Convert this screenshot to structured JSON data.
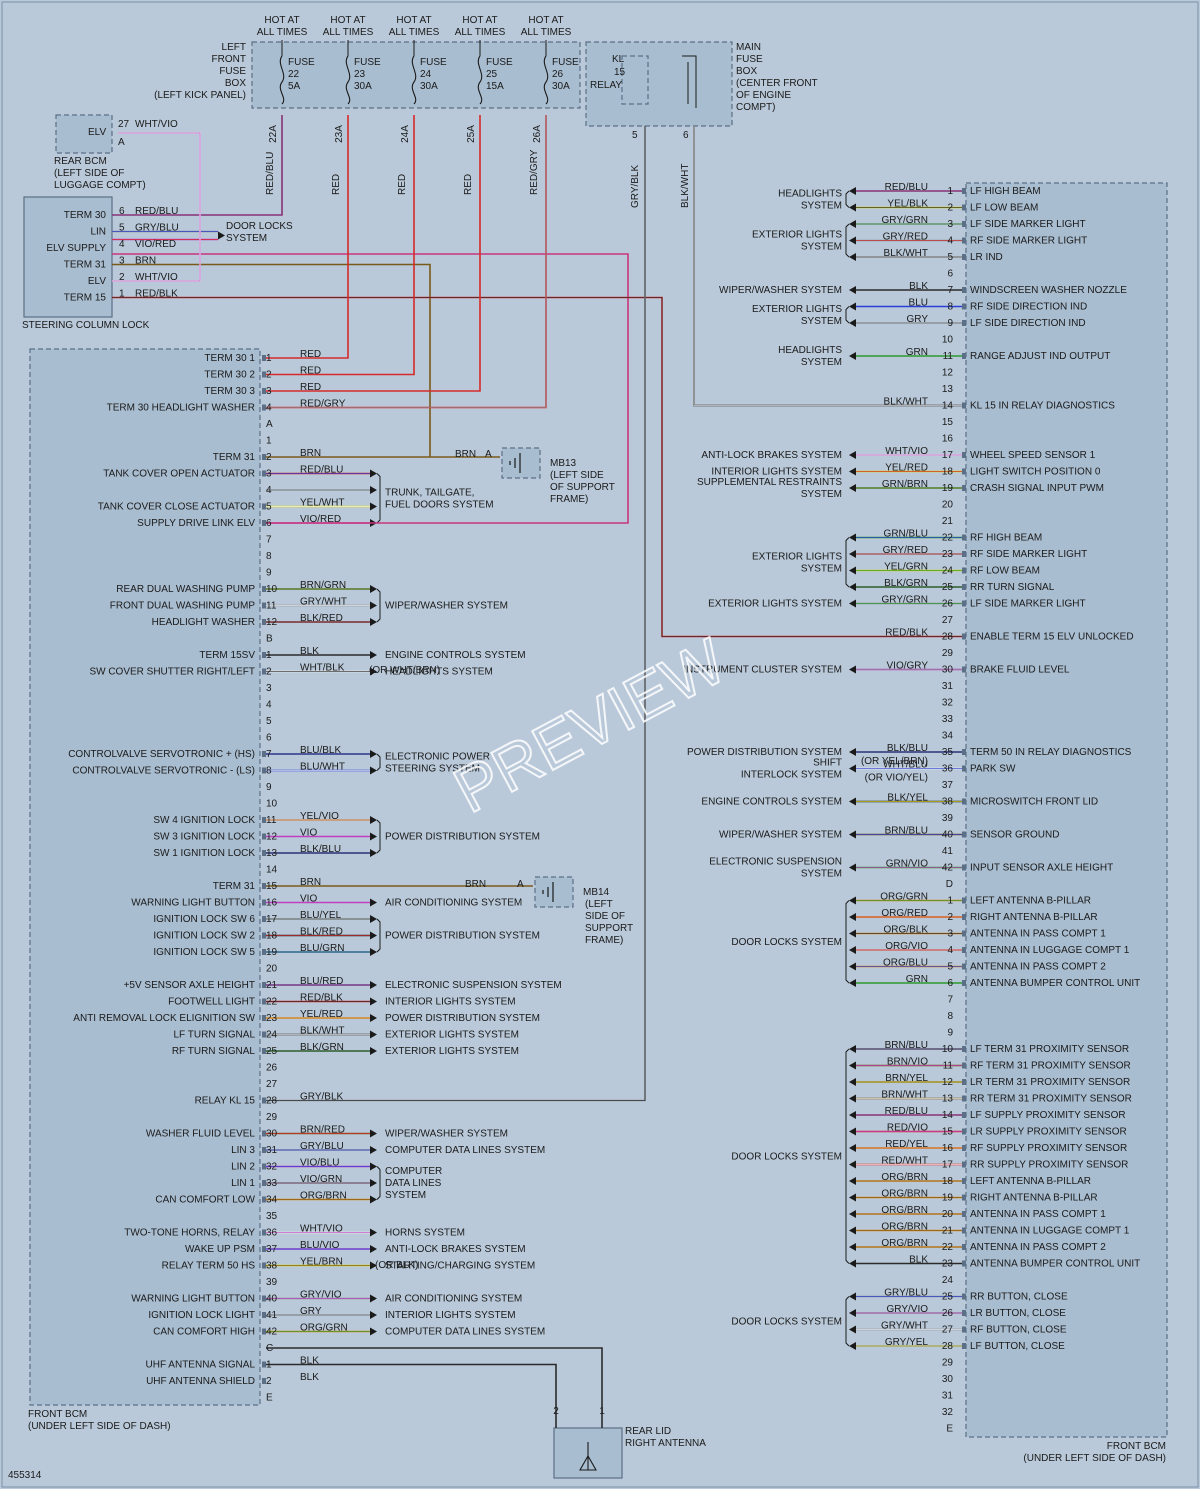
{
  "colors": {
    "RED": "#d62a2a",
    "BLU": "#2a3fd6",
    "GRY": "#8a8f96",
    "YEL": "#d9d31a",
    "BLK": "#2b2b2b",
    "VIO": "#c040c0",
    "GRN": "#2e9a2e",
    "BRN": "#7a5a1a",
    "WHT": "#f4f4f4",
    "ORG": "#e08a1a",
    "unknown": "#8a8f96"
  },
  "watermark": "PREVIEW",
  "figure_number": "455314",
  "fuse_box_left": {
    "label": [
      "LEFT",
      "FRONT",
      "FUSE",
      "BOX",
      "(LEFT KICK PANEL)"
    ],
    "fuses": [
      {
        "hot": [
          "HOT AT",
          "ALL TIMES"
        ],
        "label": [
          "FUSE",
          "22",
          "5A"
        ],
        "term": "22A",
        "wire": "RED/BLU"
      },
      {
        "hot": [
          "HOT AT",
          "ALL TIMES"
        ],
        "label": [
          "FUSE",
          "23",
          "30A"
        ],
        "term": "23A",
        "wire": "RED"
      },
      {
        "hot": [
          "HOT AT",
          "ALL TIMES"
        ],
        "label": [
          "FUSE",
          "24",
          "30A"
        ],
        "term": "24A",
        "wire": "RED"
      },
      {
        "hot": [
          "HOT AT",
          "ALL TIMES"
        ],
        "label": [
          "FUSE",
          "25",
          "15A"
        ],
        "term": "25A",
        "wire": "RED"
      },
      {
        "hot": [
          "HOT AT",
          "ALL TIMES"
        ],
        "label": [
          "FUSE",
          "26",
          "30A"
        ],
        "term": "26A",
        "wire": "RED/GRY"
      }
    ]
  },
  "main_fuse_box": {
    "label": [
      "MAIN",
      "FUSE",
      "BOX",
      "(CENTER FRONT",
      "OF ENGINE",
      "COMPT)"
    ],
    "relay": [
      "KL",
      "15",
      "RELAY"
    ],
    "pins": [
      "5",
      "6"
    ],
    "wires": [
      "GRY/BLK",
      "BLK/WHT"
    ]
  },
  "rear_bcm": {
    "pin": "ELV",
    "pinno": "27",
    "wire": "WHT/VIO",
    "conn": "A",
    "label": [
      "REAR BCM",
      "(LEFT SIDE OF",
      "LUGGAGE COMPT)"
    ]
  },
  "steering_lock": {
    "label": "STEERING COLUMN LOCK",
    "pins": [
      {
        "n": "6",
        "name": "TERM 30",
        "wire": "RED/BLU"
      },
      {
        "n": "5",
        "name": "LIN",
        "wire": "GRY/BLU"
      },
      {
        "n": "4",
        "name": "ELV SUPPLY",
        "wire": "VIO/RED"
      },
      {
        "n": "3",
        "name": "TERM 31",
        "wire": "BRN"
      },
      {
        "n": "2",
        "name": "ELV",
        "wire": "WHT/VIO"
      },
      {
        "n": "1",
        "name": "TERM 15",
        "wire": "RED/BLK"
      }
    ],
    "door_locks": [
      "DOOR LOCKS",
      "SYSTEM"
    ]
  },
  "front_bcm_left": {
    "label": [
      "FRONT BCM",
      "(UNDER LEFT SIDE OF DASH)"
    ],
    "rows": [
      {
        "n": "1",
        "name": "TERM 30 1",
        "wire": "RED"
      },
      {
        "n": "2",
        "name": "TERM 30 2",
        "wire": "RED"
      },
      {
        "n": "3",
        "name": "TERM 30 3",
        "wire": "RED"
      },
      {
        "n": "4",
        "name": "TERM 30 HEADLIGHT WASHER",
        "wire": "RED/GRY"
      },
      {
        "n": "A"
      },
      {
        "n": "1"
      },
      {
        "n": "2",
        "name": "TERM 31",
        "wire": "BRN"
      },
      {
        "n": "3",
        "name": "TANK COVER OPEN ACTUATOR",
        "wire": "RED/BLU"
      },
      {
        "n": "4"
      },
      {
        "n": "5",
        "name": "TANK COVER CLOSE ACTUATOR",
        "wire": "YEL/WHT"
      },
      {
        "n": "6",
        "name": "SUPPLY DRIVE LINK ELV",
        "wire": "VIO/RED"
      },
      {
        "n": "7"
      },
      {
        "n": "8"
      },
      {
        "n": "9"
      },
      {
        "n": "10",
        "name": "REAR DUAL WASHING PUMP",
        "wire": "BRN/GRN"
      },
      {
        "n": "11",
        "name": "FRONT DUAL WASHING PUMP",
        "wire": "GRY/WHT"
      },
      {
        "n": "12",
        "name": "HEADLIGHT WASHER",
        "wire": "BLK/RED"
      },
      {
        "n": "B"
      },
      {
        "n": "1",
        "name": "TERM 15SV",
        "wire": "BLK"
      },
      {
        "n": "2",
        "name": "SW COVER SHUTTER RIGHT/LEFT",
        "wire": "WHT/BLK"
      },
      {
        "n": "3"
      },
      {
        "n": "4"
      },
      {
        "n": "5"
      },
      {
        "n": "6"
      },
      {
        "n": "7",
        "name": "CONTROLVALVE SERVOTRONIC + (HS)",
        "wire": "BLU/BLK"
      },
      {
        "n": "8",
        "name": "CONTROLVALVE SERVOTRONIC - (LS)",
        "wire": "BLU/WHT"
      },
      {
        "n": "9"
      },
      {
        "n": "10"
      },
      {
        "n": "11",
        "name": "SW 4 IGNITION LOCK",
        "wire": "YEL/VIO"
      },
      {
        "n": "12",
        "name": "SW 3 IGNITION LOCK",
        "wire": "VIO"
      },
      {
        "n": "13",
        "name": "SW 1 IGNITION LOCK",
        "wire": "BLK/BLU"
      },
      {
        "n": "14"
      },
      {
        "n": "15",
        "name": "TERM 31",
        "wire": "BRN"
      },
      {
        "n": "16",
        "name": "WARNING LIGHT BUTTON",
        "wire": "VIO"
      },
      {
        "n": "17",
        "name": "IGNITION LOCK SW 6",
        "wire": "BLU/YEL"
      },
      {
        "n": "18",
        "name": "IGNITION LOCK SW 2",
        "wire": "BLK/RED"
      },
      {
        "n": "19",
        "name": "IGNITION LOCK SW 5",
        "wire": "BLU/GRN"
      },
      {
        "n": "20"
      },
      {
        "n": "21",
        "name": "+5V SENSOR AXLE HEIGHT",
        "wire": "BLU/RED"
      },
      {
        "n": "22",
        "name": "FOOTWELL LIGHT",
        "wire": "RED/BLK"
      },
      {
        "n": "23",
        "name": "ANTI REMOVAL LOCK ELIGNITION SW",
        "wire": "YEL/RED"
      },
      {
        "n": "24",
        "name": "LF TURN SIGNAL",
        "wire": "BLK/WHT"
      },
      {
        "n": "25",
        "name": "RF TURN SIGNAL",
        "wire": "BLK/GRN"
      },
      {
        "n": "26"
      },
      {
        "n": "27"
      },
      {
        "n": "28",
        "name": "RELAY KL 15",
        "wire": "GRY/BLK"
      },
      {
        "n": "29"
      },
      {
        "n": "30",
        "name": "WASHER FLUID LEVEL",
        "wire": "BRN/RED"
      },
      {
        "n": "31",
        "name": "LIN 3",
        "wire": "GRY/BLU"
      },
      {
        "n": "32",
        "name": "LIN 2",
        "wire": "VIO/BLU"
      },
      {
        "n": "33",
        "name": "LIN 1",
        "wire": "VIO/GRN"
      },
      {
        "n": "34",
        "name": "CAN COMFORT LOW",
        "wire": "ORG/BRN"
      },
      {
        "n": "35"
      },
      {
        "n": "36",
        "name": "TWO-TONE HORNS, RELAY",
        "wire": "WHT/VIO"
      },
      {
        "n": "37",
        "name": "WAKE UP PSM",
        "wire": "BLU/VIO"
      },
      {
        "n": "38",
        "name": "RELAY TERM 50 HS",
        "wire": "YEL/BRN"
      },
      {
        "n": "39"
      },
      {
        "n": "40",
        "name": "WARNING LIGHT BUTTON",
        "wire": "GRY/VIO"
      },
      {
        "n": "41",
        "name": "IGNITION LOCK LIGHT",
        "wire": "GRY"
      },
      {
        "n": "42",
        "name": "CAN COMFORT HIGH",
        "wire": "ORG/GRN"
      },
      {
        "n": "C"
      },
      {
        "n": "1",
        "name": "UHF ANTENNA SIGNAL",
        "wire": "BLK"
      },
      {
        "n": "2",
        "name": "UHF ANTENNA SHIELD",
        "wire": "BLK"
      },
      {
        "n": "E"
      }
    ],
    "systems": [
      {
        "from": 7,
        "to": 10,
        "label": [
          "TRUNK, TAILGATE,",
          "FUEL DOORS SYSTEM"
        ]
      },
      {
        "from": 14,
        "to": 16,
        "label": [
          "WIPER/WASHER SYSTEM"
        ]
      },
      {
        "from": 18,
        "to": 18,
        "label": [
          "ENGINE CONTROLS SYSTEM"
        ]
      },
      {
        "from": 19,
        "to": 19,
        "label": [
          "HEADLIGHTS SYSTEM"
        ]
      },
      {
        "from": 24,
        "to": 25,
        "label": [
          "ELECTRONIC POWER",
          "STEERING SYSTEM"
        ]
      },
      {
        "from": 28,
        "to": 30,
        "label": [
          "POWER DISTRIBUTION SYSTEM"
        ]
      },
      {
        "from": 33,
        "to": 33,
        "label": [
          "AIR CONDITIONING SYSTEM"
        ]
      },
      {
        "from": 34,
        "to": 36,
        "label": [
          "POWER DISTRIBUTION SYSTEM"
        ]
      },
      {
        "from": 38,
        "to": 38,
        "label": [
          "ELECTRONIC SUSPENSION SYSTEM"
        ]
      },
      {
        "from": 39,
        "to": 39,
        "label": [
          "INTERIOR LIGHTS SYSTEM"
        ]
      },
      {
        "from": 40,
        "to": 40,
        "label": [
          "POWER DISTRIBUTION SYSTEM"
        ]
      },
      {
        "from": 41,
        "to": 41,
        "label": [
          "EXTERIOR LIGHTS SYSTEM"
        ]
      },
      {
        "from": 42,
        "to": 42,
        "label": [
          "EXTERIOR LIGHTS SYSTEM"
        ]
      },
      {
        "from": 47,
        "to": 47,
        "label": [
          "WIPER/WASHER SYSTEM"
        ]
      },
      {
        "from": 48,
        "to": 48,
        "label": [
          "COMPUTER DATA LINES SYSTEM"
        ]
      },
      {
        "from": 49,
        "to": 51,
        "label": [
          "COMPUTER",
          "DATA LINES",
          "SYSTEM"
        ]
      },
      {
        "from": 53,
        "to": 53,
        "label": [
          "HORNS SYSTEM"
        ]
      },
      {
        "from": 54,
        "to": 54,
        "label": [
          "ANTI-LOCK BRAKES SYSTEM"
        ]
      },
      {
        "from": 55,
        "to": 55,
        "label": [
          "STARTING/CHARGING SYSTEM"
        ]
      },
      {
        "from": 57,
        "to": 57,
        "label": [
          "AIR CONDITIONING SYSTEM"
        ]
      },
      {
        "from": 58,
        "to": 58,
        "label": [
          "INTERIOR LIGHTS SYSTEM"
        ]
      },
      {
        "from": 59,
        "to": 59,
        "label": [
          "COMPUTER DATA LINES SYSTEM"
        ]
      }
    ],
    "notes": {
      "engine_alt": "(OR WHT/BRN)",
      "starting_alt": "(OR BLK)"
    }
  },
  "ground_mb13": {
    "id": "MB13",
    "wire": "BRN",
    "conn": "A",
    "label": [
      "(LEFT SIDE",
      "OF SUPPORT",
      "FRAME)"
    ]
  },
  "ground_mb14": {
    "id": "MB14",
    "wire": "BRN",
    "conn": "A",
    "label": [
      "(LEFT",
      "SIDE OF",
      "SUPPORT",
      "FRAME)"
    ]
  },
  "antenna": {
    "label": [
      "REAR LID",
      "RIGHT ANTENNA"
    ],
    "pins": [
      "2",
      "1"
    ]
  },
  "front_bcm_right": {
    "label": [
      "FRONT BCM",
      "(UNDER LEFT SIDE OF DASH)"
    ],
    "rows": [
      {
        "n": "1",
        "name": "LF HIGH BEAM",
        "wire": "RED/BLU"
      },
      {
        "n": "2",
        "name": "LF LOW BEAM",
        "wire": "YEL/BLK"
      },
      {
        "n": "3",
        "name": "LF SIDE MARKER LIGHT",
        "wire": "GRY/GRN"
      },
      {
        "n": "4",
        "name": "RF SIDE MARKER LIGHT",
        "wire": "GRY/RED"
      },
      {
        "n": "5",
        "name": "LR IND",
        "wire": "BLK/WHT"
      },
      {
        "n": "6"
      },
      {
        "n": "7",
        "name": "WINDSCREEN WASHER NOZZLE",
        "wire": "BLK"
      },
      {
        "n": "8",
        "name": "RF SIDE DIRECTION IND",
        "wire": "BLU"
      },
      {
        "n": "9",
        "name": "LF SIDE DIRECTION IND",
        "wire": "GRY"
      },
      {
        "n": "10"
      },
      {
        "n": "11",
        "name": "RANGE ADJUST IND OUTPUT",
        "wire": "GRN"
      },
      {
        "n": "12"
      },
      {
        "n": "13"
      },
      {
        "n": "14",
        "name": "KL 15 IN RELAY DIAGNOSTICS",
        "wire": "BLK/WHT"
      },
      {
        "n": "15"
      },
      {
        "n": "16"
      },
      {
        "n": "17",
        "name": "WHEEL SPEED SENSOR 1",
        "wire": "WHT/VIO"
      },
      {
        "n": "18",
        "name": "LIGHT SWITCH POSITION 0",
        "wire": "YEL/RED"
      },
      {
        "n": "19",
        "name": "CRASH SIGNAL INPUT PWM",
        "wire": "GRN/BRN"
      },
      {
        "n": "20"
      },
      {
        "n": "21"
      },
      {
        "n": "22",
        "name": "RF HIGH BEAM",
        "wire": "GRN/BLU"
      },
      {
        "n": "23",
        "name": "RF SIDE MARKER LIGHT",
        "wire": "GRY/RED"
      },
      {
        "n": "24",
        "name": "RF LOW BEAM",
        "wire": "YEL/GRN"
      },
      {
        "n": "25",
        "name": "RR TURN SIGNAL",
        "wire": "BLK/GRN"
      },
      {
        "n": "26",
        "name": "LF SIDE MARKER LIGHT",
        "wire": "GRY/GRN"
      },
      {
        "n": "27"
      },
      {
        "n": "28",
        "name": "ENABLE TERM 15 ELV UNLOCKED",
        "wire": "RED/BLK"
      },
      {
        "n": "29"
      },
      {
        "n": "30",
        "name": "BRAKE FLUID LEVEL",
        "wire": "VIO/GRY"
      },
      {
        "n": "31"
      },
      {
        "n": "32"
      },
      {
        "n": "33"
      },
      {
        "n": "34"
      },
      {
        "n": "35",
        "name": "TERM 50 IN RELAY DIAGNOSTICS",
        "wire": "BLK/BLU",
        "alt": "(OR YEL/BRN)"
      },
      {
        "n": "36",
        "name": "PARK SW",
        "wire": "WHT/BLU",
        "alt": "(OR VIO/YEL)"
      },
      {
        "n": "37"
      },
      {
        "n": "38",
        "name": "MICROSWITCH FRONT LID",
        "wire": "BLK/YEL"
      },
      {
        "n": "39"
      },
      {
        "n": "40",
        "name": "SENSOR GROUND",
        "wire": "BRN/BLU"
      },
      {
        "n": "41"
      },
      {
        "n": "42",
        "name": "INPUT SENSOR AXLE HEIGHT",
        "wire": "GRN/VIO"
      },
      {
        "n": "D"
      },
      {
        "n": "1",
        "name": "LEFT ANTENNA B-PILLAR",
        "wire": "ORG/GRN"
      },
      {
        "n": "2",
        "name": "RIGHT ANTENNA B-PILLAR",
        "wire": "ORG/RED"
      },
      {
        "n": "3",
        "name": "ANTENNA IN PASS COMPT 1",
        "wire": "ORG/BLK"
      },
      {
        "n": "4",
        "name": "ANTENNA IN LUGGAGE COMPT 1",
        "wire": "ORG/VIO"
      },
      {
        "n": "5",
        "name": "ANTENNA IN PASS COMPT 2",
        "wire": "ORG/BLU"
      },
      {
        "n": "6",
        "name": "ANTENNA BUMPER CONTROL UNIT",
        "wire": "GRN"
      },
      {
        "n": "7"
      },
      {
        "n": "8"
      },
      {
        "n": "9"
      },
      {
        "n": "10",
        "name": "LF TERM 31 PROXIMITY SENSOR",
        "wire": "BRN/BLU"
      },
      {
        "n": "11",
        "name": "RF TERM 31 PROXIMITY SENSOR",
        "wire": "BRN/VIO"
      },
      {
        "n": "12",
        "name": "LR TERM 31 PROXIMITY SENSOR",
        "wire": "BRN/YEL"
      },
      {
        "n": "13",
        "name": "RR TERM 31 PROXIMITY SENSOR",
        "wire": "BRN/WHT"
      },
      {
        "n": "14",
        "name": "LF SUPPLY PROXIMITY SENSOR",
        "wire": "RED/BLU"
      },
      {
        "n": "15",
        "name": "LR SUPPLY PROXIMITY SENSOR",
        "wire": "RED/VIO"
      },
      {
        "n": "16",
        "name": "RF SUPPLY PROXIMITY SENSOR",
        "wire": "RED/YEL"
      },
      {
        "n": "17",
        "name": "RR SUPPLY PROXIMITY SENSOR",
        "wire": "RED/WHT"
      },
      {
        "n": "18",
        "name": "LEFT ANTENNA B-PILLAR",
        "wire": "ORG/BRN"
      },
      {
        "n": "19",
        "name": "RIGHT ANTENNA B-PILLAR",
        "wire": "ORG/BRN"
      },
      {
        "n": "20",
        "name": "ANTENNA IN PASS COMPT 1",
        "wire": "ORG/BRN"
      },
      {
        "n": "21",
        "name": "ANTENNA IN LUGGAGE COMPT 1",
        "wire": "ORG/BRN"
      },
      {
        "n": "22",
        "name": "ANTENNA IN PASS COMPT 2",
        "wire": "ORG/BRN"
      },
      {
        "n": "23",
        "name": "ANTENNA BUMPER CONTROL UNIT",
        "wire": "BLK"
      },
      {
        "n": "24"
      },
      {
        "n": "25",
        "name": "RR BUTTON, CLOSE",
        "wire": "GRY/BLU"
      },
      {
        "n": "26",
        "name": "LR BUTTON, CLOSE",
        "wire": "GRY/VIO"
      },
      {
        "n": "27",
        "name": "RF BUTTON, CLOSE",
        "wire": "GRY/WHT"
      },
      {
        "n": "28",
        "name": "LF BUTTON, CLOSE",
        "wire": "GRY/YEL"
      },
      {
        "n": "29"
      },
      {
        "n": "30"
      },
      {
        "n": "31"
      },
      {
        "n": "32"
      },
      {
        "n": "E"
      }
    ],
    "systems": [
      {
        "from": 0,
        "to": 1,
        "label": [
          "HEADLIGHTS",
          "SYSTEM"
        ]
      },
      {
        "from": 2,
        "to": 4,
        "label": [
          "EXTERIOR LIGHTS",
          "SYSTEM"
        ]
      },
      {
        "from": 6,
        "to": 6,
        "label": [
          "WIPER/WASHER SYSTEM"
        ]
      },
      {
        "from": 7,
        "to": 8,
        "label": [
          "EXTERIOR LIGHTS",
          "SYSTEM"
        ]
      },
      {
        "from": 10,
        "to": 10,
        "label": [
          "HEADLIGHTS",
          "SYSTEM"
        ]
      },
      {
        "from": 16,
        "to": 16,
        "label": [
          "ANTI-LOCK BRAKES SYSTEM"
        ]
      },
      {
        "from": 17,
        "to": 17,
        "label": [
          "INTERIOR LIGHTS SYSTEM"
        ]
      },
      {
        "from": 18,
        "to": 18,
        "label": [
          "SUPPLEMENTAL RESTRAINTS",
          "SYSTEM"
        ]
      },
      {
        "from": 21,
        "to": 24,
        "label": [
          "EXTERIOR LIGHTS",
          "SYSTEM"
        ]
      },
      {
        "from": 25,
        "to": 25,
        "label": [
          "EXTERIOR LIGHTS SYSTEM"
        ]
      },
      {
        "from": 29,
        "to": 29,
        "label": [
          "INSTRUMENT CLUSTER SYSTEM"
        ]
      },
      {
        "from": 34,
        "to": 34,
        "label": [
          "POWER DISTRIBUTION SYSTEM"
        ]
      },
      {
        "from": 35,
        "to": 35,
        "label": [
          "SHIFT",
          "INTERLOCK SYSTEM"
        ]
      },
      {
        "from": 37,
        "to": 37,
        "label": [
          "ENGINE CONTROLS SYSTEM"
        ]
      },
      {
        "from": 39,
        "to": 39,
        "label": [
          "WIPER/WASHER SYSTEM"
        ]
      },
      {
        "from": 41,
        "to": 41,
        "label": [
          "ELECTRONIC SUSPENSION",
          "SYSTEM"
        ]
      },
      {
        "from": 43,
        "to": 48,
        "label": [
          "DOOR LOCKS SYSTEM"
        ]
      },
      {
        "from": 52,
        "to": 65,
        "label": [
          "DOOR LOCKS SYSTEM"
        ]
      },
      {
        "from": 67,
        "to": 70,
        "label": [
          "DOOR LOCKS SYSTEM"
        ]
      }
    ]
  }
}
